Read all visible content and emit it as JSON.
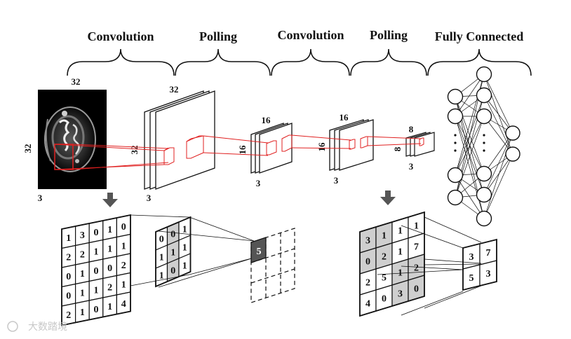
{
  "stages": [
    "Convolution",
    "Polling",
    "Convolution",
    "Polling",
    "Fully Connected"
  ],
  "dims": {
    "input_w": "32",
    "input_h": "32",
    "input_d": "3",
    "conv1_w": "32",
    "conv1_h": "32",
    "conv1_d": "3",
    "pool1_w": "16",
    "pool1_h": "16",
    "pool1_d": "3",
    "conv2_w": "16",
    "conv2_h": "16",
    "conv2_d": "3",
    "pool2_w": "8",
    "pool2_h": "8",
    "pool2_d": "3"
  },
  "conv_example": {
    "input_grid": [
      [
        "1",
        "3",
        "0",
        "1",
        "0"
      ],
      [
        "2",
        "2",
        "1",
        "1",
        "1"
      ],
      [
        "0",
        "1",
        "0",
        "0",
        "2"
      ],
      [
        "0",
        "1",
        "1",
        "2",
        "1"
      ],
      [
        "2",
        "1",
        "0",
        "1",
        "4"
      ]
    ],
    "kernel": [
      [
        "0",
        "0",
        "1"
      ],
      [
        "1",
        "1",
        "1"
      ],
      [
        "1",
        "0",
        "1"
      ]
    ],
    "output_value": "5"
  },
  "pool_example": {
    "input_grid": [
      [
        "3",
        "1",
        "1",
        "1"
      ],
      [
        "0",
        "2",
        "1",
        "7"
      ],
      [
        "2",
        "5",
        "1",
        "2"
      ],
      [
        "4",
        "0",
        "3",
        "0"
      ]
    ],
    "output": [
      [
        "3",
        "7"
      ],
      [
        "5",
        "3"
      ]
    ]
  },
  "fc": {
    "layer_sizes": [
      6,
      6,
      2
    ]
  },
  "watermark": "大数踏境",
  "colors": {
    "accent": "#e02020",
    "shade": "#cfcfcf",
    "line": "#111111"
  }
}
